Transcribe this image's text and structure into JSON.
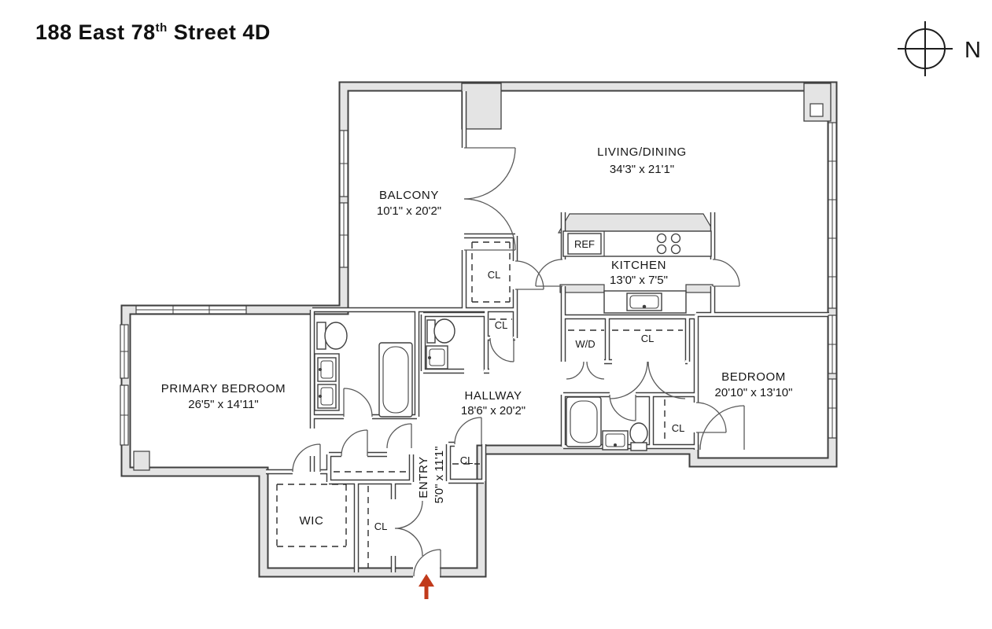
{
  "title": {
    "part1": "188 East 78",
    "sup": "th",
    "part2": " Street 4D"
  },
  "compass": {
    "label": "N"
  },
  "colors": {
    "wall_fill": "#e4e4e4",
    "line": "#3f3f3f",
    "entry_arrow": "#c13a1b"
  },
  "rooms": {
    "living_dining": {
      "name": "LIVING/DINING",
      "dims": "34'3\" x 21'1\""
    },
    "balcony": {
      "name": "BALCONY",
      "dims": "10'1\" x 20'2\""
    },
    "kitchen": {
      "name": "KITCHEN",
      "dims": "13'0\" x 7'5\""
    },
    "bedroom": {
      "name": "BEDROOM",
      "dims": "20'10\" x 13'10\""
    },
    "primary_bedroom": {
      "name": "PRIMARY BEDROOM",
      "dims": "26'5\" x 14'11\""
    },
    "hallway": {
      "name": "HALLWAY",
      "dims": "18'6\" x 20'2\""
    },
    "entry": {
      "name": "ENTRY",
      "dims": "5'0\" x 11'1\""
    },
    "wic": {
      "name": "WIC"
    }
  },
  "fixtures": {
    "refrigerator": "REF",
    "washer_dryer": "W/D"
  },
  "closet": {
    "label": "CL"
  }
}
